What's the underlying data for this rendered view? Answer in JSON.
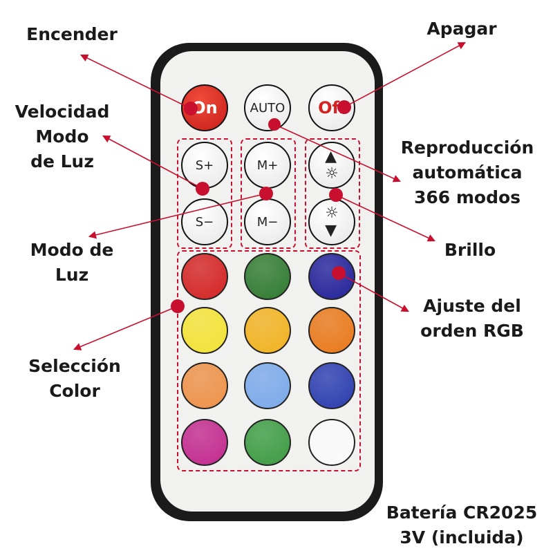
{
  "buttons": {
    "on": "On",
    "auto": "AUTO",
    "off": "Off",
    "s_plus": "S+",
    "s_minus": "S−",
    "m_plus": "M+",
    "m_minus": "M−"
  },
  "color_buttons": [
    "#d42323",
    "#2f7a30",
    "#23229a",
    "#f3e234",
    "#f1b21f",
    "#e97819",
    "#ee9148",
    "#7aa9ea",
    "#2a3caf",
    "#c2298d",
    "#3c9b42",
    "#fafafa"
  ],
  "accent": "#c8102e",
  "labels": {
    "encender": "Encender",
    "apagar": "Apagar",
    "velocidad": [
      "Velocidad",
      "Modo",
      "de Luz"
    ],
    "reproduccion": [
      "Reproducción",
      "automática",
      "366 modos"
    ],
    "modo_luz": [
      "Modo de",
      "Luz"
    ],
    "brillo": "Brillo",
    "ajuste": [
      "Ajuste del",
      "orden RGB"
    ],
    "seleccion": [
      "Selección",
      "Color"
    ],
    "bateria": [
      "Batería CR2025",
      "3V (incluida)"
    ]
  }
}
